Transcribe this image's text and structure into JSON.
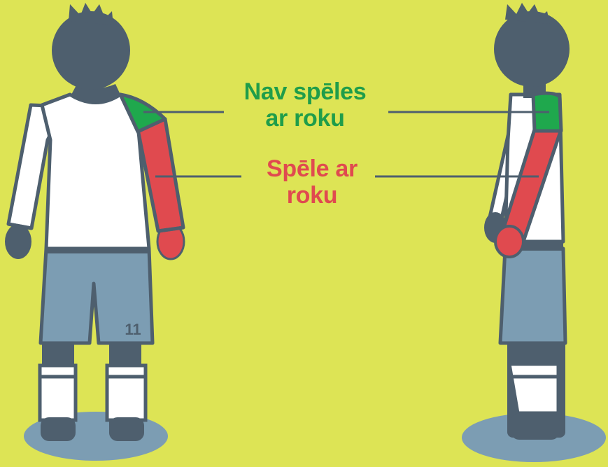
{
  "labels": {
    "no_handball": [
      "Nav spēles",
      "ar roku"
    ],
    "handball": [
      "Spēle ar",
      "roku"
    ]
  },
  "player": {
    "shorts_number": "11"
  },
  "colors": {
    "background": "#dde455",
    "outline": "#4e5f6e",
    "shirt": "#ffffff",
    "shorts": "#7c9db3",
    "shoulder_zone": "#1fa84d",
    "arm_zone": "#e04a4f",
    "shadow": "#7c9db3"
  }
}
